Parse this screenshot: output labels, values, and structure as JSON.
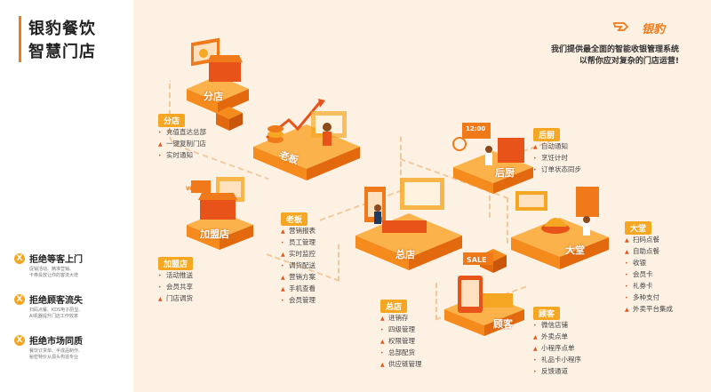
{
  "brand": {
    "title_line1": "银豹餐饮",
    "title_line2": "智慧门店",
    "logo_text": "银豹",
    "accent_color": "#f07a19",
    "tag_color": "#f5a623"
  },
  "tagline": {
    "line1": "我们提供最全面的智能收银管理系统",
    "line2": "以帮你应对复杂的门店运营!"
  },
  "points": [
    {
      "icon": "x-icon",
      "title": "拒绝等客上门",
      "desc1": "促销活动、精准营销、",
      "desc2": "卡券投放让你的客流大增"
    },
    {
      "icon": "x-icon",
      "title": "拒绝顾客流失",
      "desc1": "扫码点餐、KDS电子厨显、",
      "desc2": "AI机器提升门店工作效率"
    },
    {
      "icon": "x-icon",
      "title": "拒绝市场同质",
      "desc1": "餐饮订货单、半成品制作、",
      "desc2": "秘密特价从源头构造专业"
    }
  ],
  "platforms": {
    "branch": "分店",
    "boss": "老板",
    "franchise": "加盟店",
    "hq": "总店",
    "kitchen": "后厨",
    "hall": "大堂",
    "customer": "顾客",
    "sale_sign": "SALE",
    "vip_sign": "VIP",
    "clock": "12:00"
  },
  "groups": {
    "branch": {
      "head": "分店",
      "items": [
        "充值直达总部",
        "一键复制门店",
        "实时通知"
      ]
    },
    "franchise": {
      "head": "加盟店",
      "items": [
        "活动推送",
        "会员共享",
        "门店调货"
      ]
    },
    "boss": {
      "head": "老板",
      "items": [
        "营销报表",
        "员工管理",
        "实时监控",
        "调货配送",
        "营销方案",
        "手机查看",
        "会员管理"
      ]
    },
    "hq": {
      "head": "总店",
      "items": [
        "进销存",
        "四级管理",
        "权限管理",
        "总部配货",
        "供应链管理"
      ]
    },
    "kitchen": {
      "head": "后厨",
      "items": [
        "自动通知",
        "烹饪计时",
        "订单状态同步"
      ]
    },
    "hall": {
      "head": "大堂",
      "items": [
        "扫码点餐",
        "自助点餐",
        "收银",
        "会员卡",
        "礼券卡",
        "多种支付",
        "外卖平台集成"
      ]
    },
    "customer": {
      "head": "顾客",
      "items": [
        "微信店铺",
        "外卖点单",
        "小程序点单",
        "礼品卡小程序",
        "反馈通道"
      ]
    }
  },
  "marks": {
    "boss": [
      "arrow",
      "dot",
      "arrow",
      "dot",
      "arrow",
      "arrow",
      "dot"
    ],
    "hall": [
      "arrow",
      "arrow",
      "dot",
      "dot",
      "dot",
      "dot",
      "arrow"
    ],
    "hq": [
      "arrow",
      "dot",
      "arrow",
      "dot",
      "arrow"
    ],
    "customer": [
      "dot",
      "arrow",
      "arrow",
      "dot",
      "dot"
    ],
    "branch": [
      "dot",
      "arrow",
      "dot"
    ],
    "franchise": [
      "dot",
      "dot",
      "arrow"
    ],
    "kitchen": [
      "arrow",
      "dot",
      "dot"
    ]
  }
}
